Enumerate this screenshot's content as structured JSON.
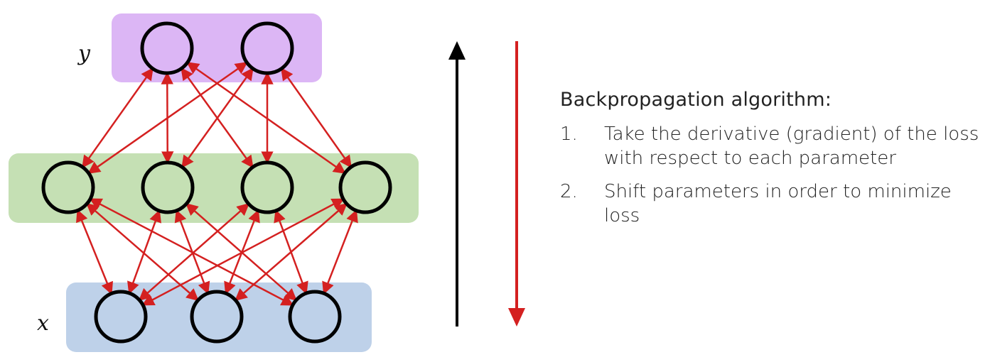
{
  "diagram": {
    "layers": [
      {
        "id": "output",
        "label": "y",
        "color": "#dcb6f5",
        "nodes": 2
      },
      {
        "id": "hidden",
        "label": "",
        "color": "#c5e0b4",
        "nodes": 4
      },
      {
        "id": "input",
        "label": "x",
        "color": "#bed1e9",
        "nodes": 3
      }
    ],
    "connection_color": "#d42020",
    "forward_arrow_color": "#000000",
    "backward_arrow_color": "#d42020"
  },
  "algorithm": {
    "title": "Backpropagation algorithm:",
    "steps": [
      {
        "num": "1.",
        "text": "Take the derivative (gradient) of the loss with respect to each parameter"
      },
      {
        "num": "2.",
        "text": "Shift parameters in order to minimize loss"
      }
    ]
  }
}
